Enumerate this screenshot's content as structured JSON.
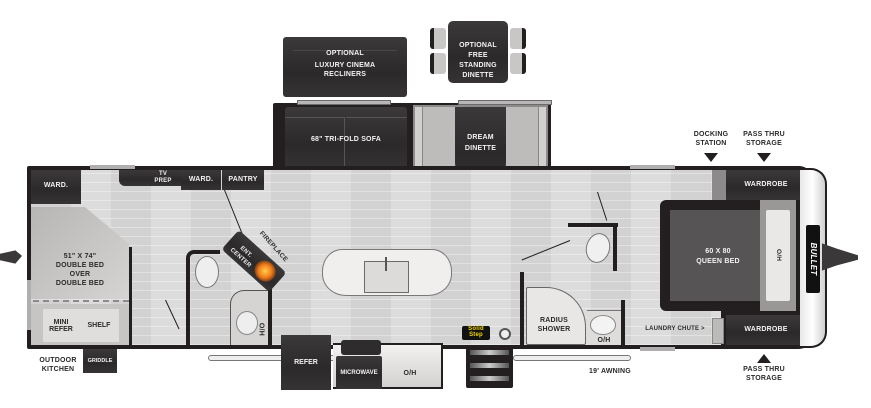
{
  "floorplan": {
    "brand": "BULLET",
    "options": {
      "cinema_recliners": [
        "OPTIONAL",
        "LUXURY CINEMA",
        "RECLINERS"
      ],
      "free_standing_dinette": [
        "OPTIONAL",
        "FREE",
        "STANDING",
        "DINETTE"
      ]
    },
    "slideout": {
      "sofa": "68\" TRI-FOLD SOFA",
      "dinette": [
        "DREAM",
        "DINETTE"
      ]
    },
    "rear": {
      "wardrobe": "WARD.",
      "bunk": [
        "51\" X 74\"",
        "DOUBLE BED",
        "OVER",
        "DOUBLE BED"
      ],
      "mini_refer": [
        "MINI",
        "REFER"
      ],
      "shelf": "SHELF",
      "outdoor_kitchen": [
        "OUTDOOR",
        "KITCHEN"
      ],
      "griddle": "GRIDDLE"
    },
    "living": {
      "tv_prep": [
        "TV",
        "PREP"
      ],
      "ward": "WARD.",
      "pantry": "PANTRY",
      "fireplace": "FIREPLACE",
      "ent_center": "ENT. CENTER",
      "rear_bath_oh": "O/H"
    },
    "galley": {
      "refer": "REFER",
      "microwave": "MICROWAVE",
      "oh": "O/H"
    },
    "entry": {
      "solid_step": [
        "Solid",
        "Step"
      ],
      "awning": "19' AWNING"
    },
    "front_bath": {
      "shower": [
        "RADIUS",
        "SHOWER"
      ],
      "oh": "O/H"
    },
    "bedroom": {
      "bed": [
        "60 X 80",
        "QUEEN BED"
      ],
      "oh": "O/H",
      "wardrobe_top": "WARDROBE",
      "wardrobe_bottom": "WARDROBE",
      "laundry_chute": "LAUNDRY CHUTE >"
    },
    "callouts": {
      "docking_station": [
        "DOCKING",
        "STATION"
      ],
      "pass_thru_top": [
        "PASS THRU",
        "STORAGE"
      ],
      "pass_thru_bottom": [
        "PASS THRU",
        "STORAGE"
      ]
    },
    "colors": {
      "wall": "#231f20",
      "floor": "#d9d9d9",
      "dark_furniture": "#2f2c2d",
      "light_furniture": "#e6e4e3",
      "solid_step_yellow": "#f2d900"
    }
  }
}
